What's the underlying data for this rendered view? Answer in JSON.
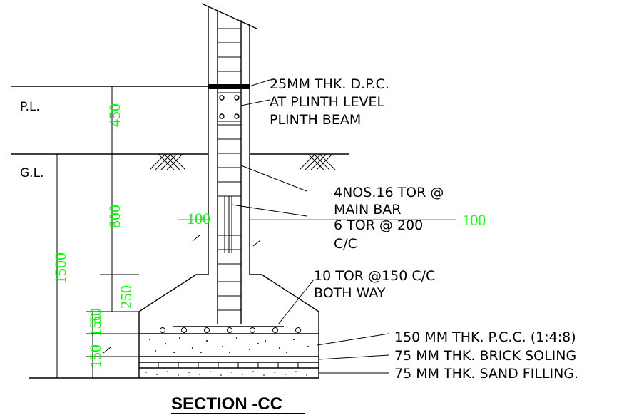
{
  "levels": {
    "plinth": "P.L.",
    "ground": "G.L."
  },
  "dimensions": {
    "d450": "450",
    "d800": "800",
    "d1500": "1500",
    "d250": "250",
    "d150": "150",
    "d50": "50",
    "d150b": "150",
    "d100_left": "100",
    "d100_right": "100"
  },
  "notes": {
    "dpc_line1": "25MM THK. D.P.C.",
    "dpc_line2": "AT PLINTH LEVEL",
    "plinth_beam": "PLINTH BEAM",
    "main_bar_line1": "4NOS.16 TOR @",
    "main_bar_line2": "MAIN BAR",
    "tie_line1": "6 TOR @ 200",
    "tie_line2": "C/C",
    "mesh_line1": "10 TOR @150 C/C",
    "mesh_line2": "BOTH WAY",
    "pcc": "150  MM THK. P.C.C. (1:4:8)",
    "brick": "75    MM THK. BRICK SOLING",
    "sand": "75    MM THK. SAND FILLING."
  },
  "title": "SECTION -CC",
  "colors": {
    "dimension_text": "#00ff00",
    "linework": "#000000",
    "background": "#ffffff"
  }
}
